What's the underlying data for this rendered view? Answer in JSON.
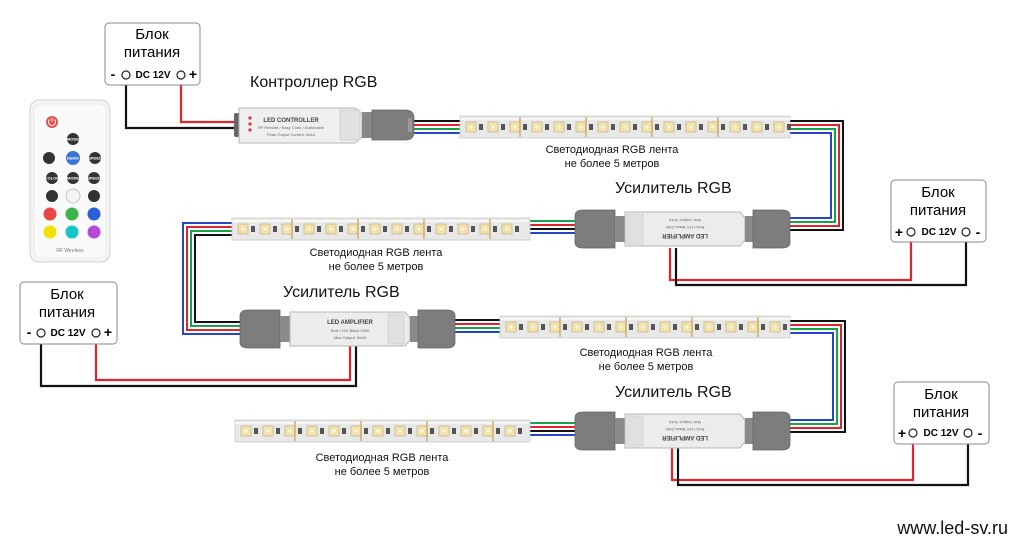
{
  "colors": {
    "red": "#e0242b",
    "green": "#16a34a",
    "blue": "#2546c9",
    "black": "#111111",
    "box_border": "#8a8a8a",
    "strip_base": "#e8e8e8",
    "led": "#f2e3b0",
    "device_body": "#ececec",
    "connector": "#7d7d7d"
  },
  "power_supplies": [
    {
      "title_line1": "Блок",
      "title_line2": "питания",
      "minus": "-",
      "plus": "+",
      "dc": "DC 12V",
      "orientation": "minus-left"
    },
    {
      "title_line1": "Блок",
      "title_line2": "питания",
      "minus": "-",
      "plus": "+",
      "dc": "DC 12V",
      "orientation": "plus-left"
    },
    {
      "title_line1": "Блок",
      "title_line2": "питания",
      "minus": "-",
      "plus": "+",
      "dc": "DC 12V",
      "orientation": "minus-left"
    },
    {
      "title_line1": "Блок",
      "title_line2": "питания",
      "minus": "-",
      "plus": "+",
      "dc": "DC 12V",
      "orientation": "plus-left"
    }
  ],
  "controller": {
    "label": "Контроллер RGB",
    "device_title": "LED CONTROLLER",
    "device_sub": "RF Remote / Easy Color / Switchable",
    "device_sub2": "Peak Output Current: 3x4A"
  },
  "amplifiers": [
    {
      "label": "Усилитель RGB",
      "device_title": "LED AMPLIFIER",
      "device_sub": "Red:+12V  Black:GND",
      "device_sub2": "Max Output: 3x4A"
    },
    {
      "label": "Усилитель RGB",
      "device_title": "LED AMPLIFIER",
      "device_sub": "Red:+12V  Black:GND",
      "device_sub2": "Max Output: 3x4A"
    },
    {
      "label": "Усилитель RGB",
      "device_title": "LED AMPLIFIER",
      "device_sub": "Red:+12V  Black:GND",
      "device_sub2": "Max Output: 3x4A"
    }
  ],
  "strips": [
    {
      "line1": "Светодиодная RGB лента",
      "line2": "не более 5 метров"
    },
    {
      "line1": "Светодиодная RGB лента",
      "line2": "не более 5 метров"
    },
    {
      "line1": "Светодиодная RGB лента",
      "line2": "не более 5 метров"
    },
    {
      "line1": "Светодиодная RGB лента",
      "line2": "не более 5 метров"
    }
  ],
  "remote": {
    "brand": "RF Wireless",
    "keys": [
      "MODE",
      "DEMO",
      "SPEED",
      "COLOR",
      "MODE",
      "SPEED"
    ]
  },
  "website": "www.led-sv.ru"
}
